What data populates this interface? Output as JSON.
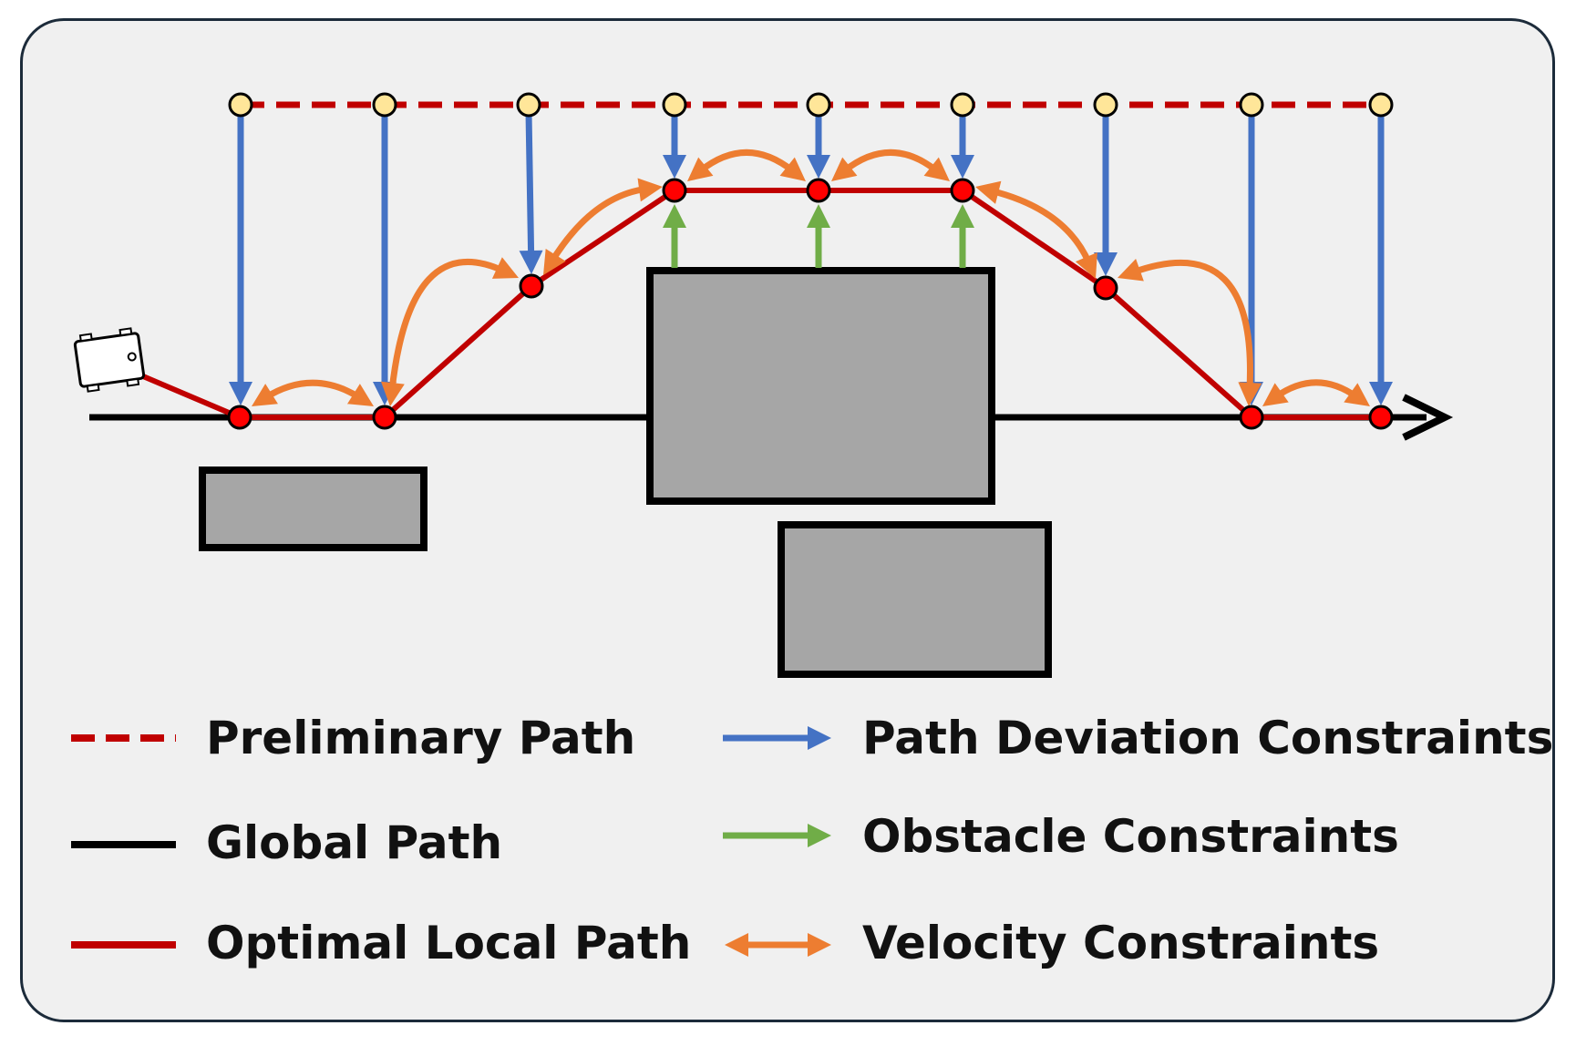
{
  "legend": [
    {
      "key": "preliminary",
      "label": "Preliminary Path"
    },
    {
      "key": "global",
      "label": "Global Path"
    },
    {
      "key": "optimal",
      "label": "Optimal Local Path"
    },
    {
      "key": "deviation",
      "label": "Path Deviation Constraints"
    },
    {
      "key": "obstacle",
      "label": "Obstacle Constraints"
    },
    {
      "key": "velocity",
      "label": "Velocity Constraints"
    }
  ],
  "colors": {
    "preliminary": "#c00000",
    "global": "#000000",
    "optimal": "#c00000",
    "deviation": "#4472c4",
    "obstacle": "#70ad47",
    "velocity": "#ed7d31",
    "obstacle_fill": "#a6a6a6",
    "preliminary_node": "#ffe699",
    "optimal_node": "#ff0000"
  },
  "icons": [
    "vehicle-icon"
  ]
}
